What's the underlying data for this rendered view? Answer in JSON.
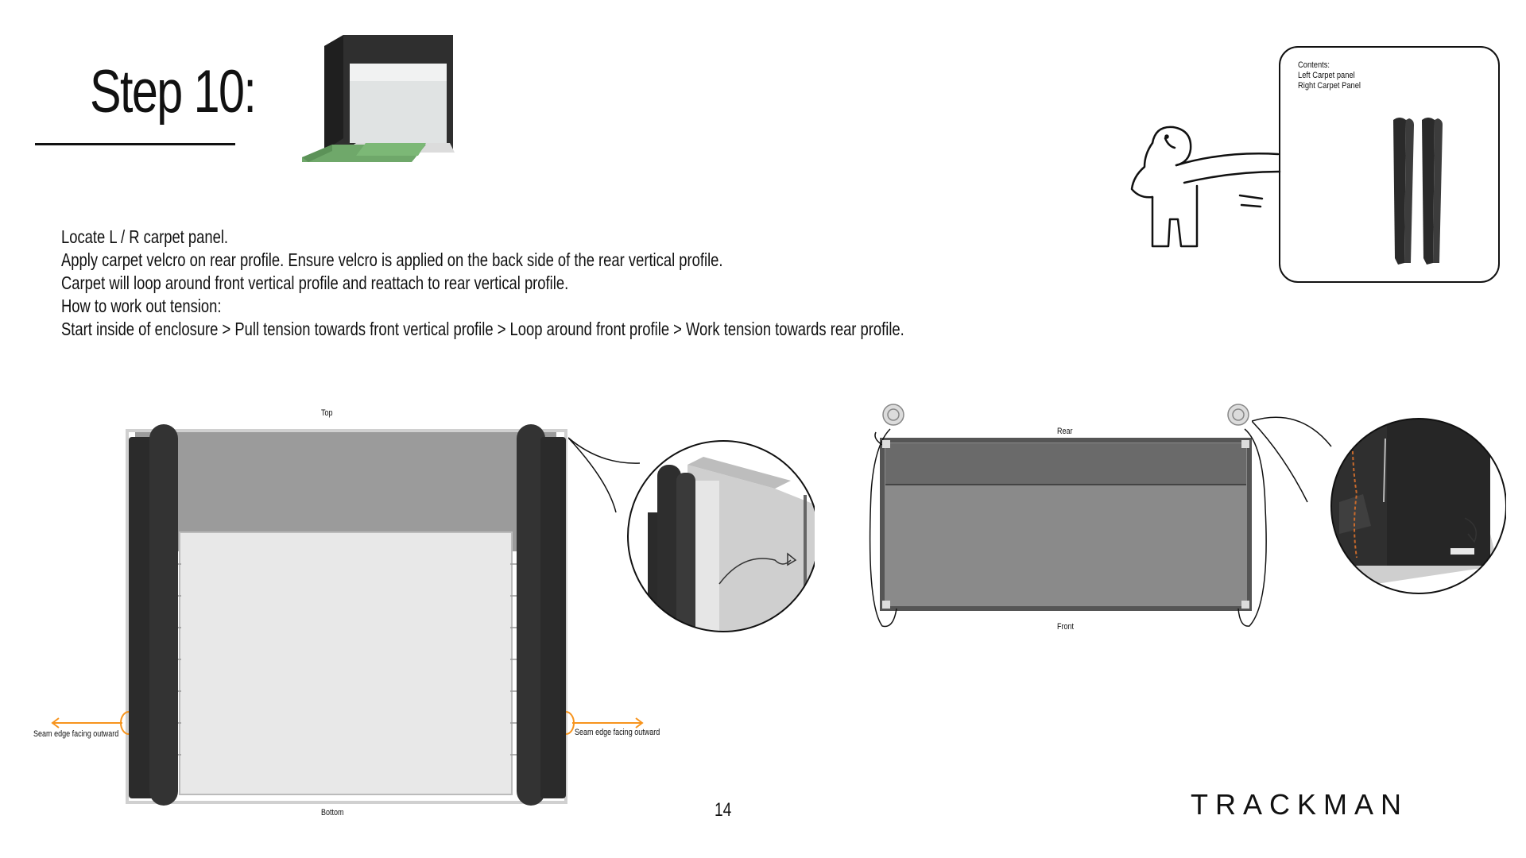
{
  "header": {
    "step_title": "Step 10:"
  },
  "instructions": [
    "Locate L / R carpet panel.",
    "Apply carpet velcro on rear profile. Ensure velcro is applied on the back side of the rear vertical profile.",
    "Carpet will loop around front vertical profile and reattach to rear vertical profile.",
    "How to work out tension:",
    "Start inside of enclosure > Pull tension towards front vertical profile > Loop around front profile > Work tension towards rear profile."
  ],
  "contents_box": {
    "heading": "Contents:",
    "items": [
      "Left Carpet panel",
      "Right Carpet Panel"
    ]
  },
  "diagram_front": {
    "label_top": "Top",
    "label_bottom": "Bottom",
    "seam_left": "Seam edge facing outward",
    "seam_right": "Seam edge facing outward"
  },
  "diagram_plan": {
    "label_rear": "Rear",
    "label_front": "Front"
  },
  "footer": {
    "page_number": "14",
    "brand": "TRACKMAN"
  },
  "colors": {
    "accent_orange": "#f7941d",
    "carpet_green": "#6fa86a",
    "panel_dark": "#2b2b2b"
  }
}
